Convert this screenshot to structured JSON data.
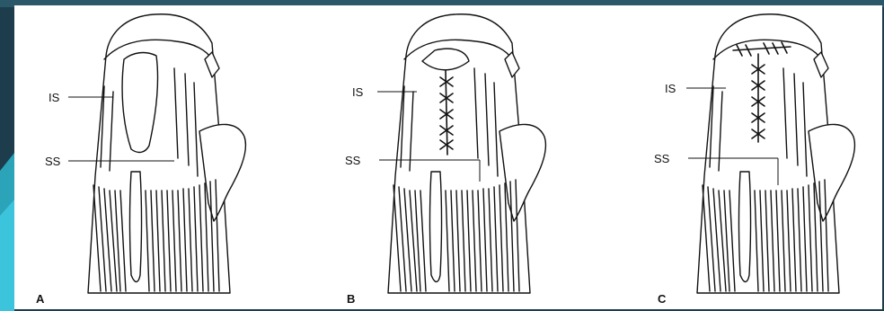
{
  "colors": {
    "slide_dark": "#1d3d4c",
    "slide_teal": "#2ba3b8",
    "slide_cyan": "#3cc4dc",
    "figure_bg": "#ffffff",
    "ink": "#111111"
  },
  "figure": {
    "panels": [
      {
        "letter": "A",
        "labels": {
          "is": "IS",
          "ss": "SS"
        },
        "repair": "open-defect"
      },
      {
        "letter": "B",
        "labels": {
          "is": "IS",
          "ss": "SS"
        },
        "repair": "vertical-sutures"
      },
      {
        "letter": "C",
        "labels": {
          "is": "IS",
          "ss": "SS"
        },
        "repair": "t-shaped-sutures"
      }
    ]
  }
}
